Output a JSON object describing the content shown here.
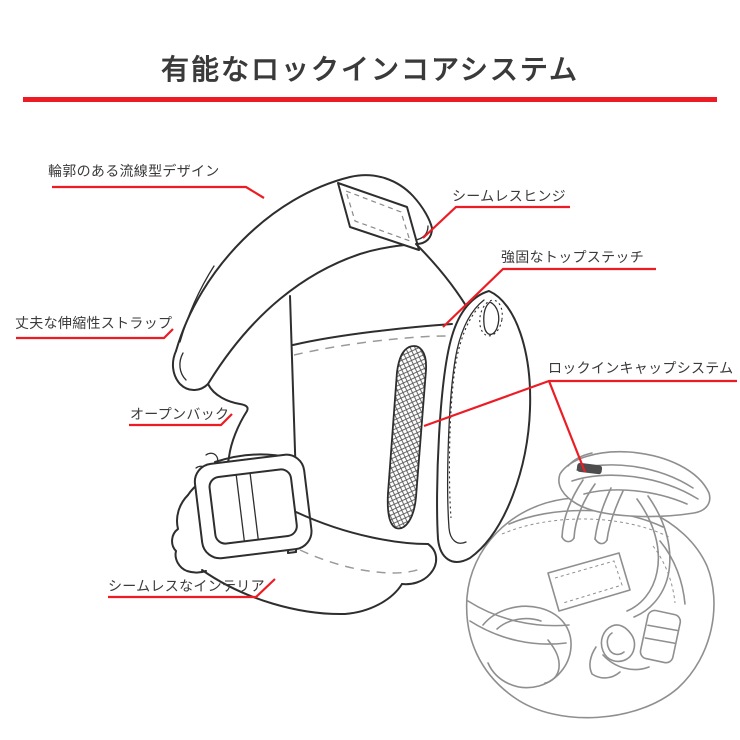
{
  "title": "有能なロックインコアシステム",
  "colors": {
    "accent_red": "#ED1C24",
    "ink": "#2E2E2E",
    "muted_line": "#8F8F8F",
    "text": "#3A3A3A"
  },
  "labels": [
    {
      "id": "contoured-streamlined-design",
      "text": "輪郭のある流線型デザイン"
    },
    {
      "id": "seamless-hinge",
      "text": "シームレスヒンジ"
    },
    {
      "id": "strong-top-stitch",
      "text": "強固なトップステッチ"
    },
    {
      "id": "durable-elastic-strap",
      "text": "丈夫な伸縮性ストラップ"
    },
    {
      "id": "open-back",
      "text": "オープンバック"
    },
    {
      "id": "lock-in-cap-system",
      "text": "ロックインキャップシステム"
    },
    {
      "id": "seamless-interior",
      "text": "シームレスなインテリア"
    }
  ],
  "illustration": {
    "main_view": "knee-pad-side-view",
    "detail_view": "knee-pad-rear-view-with-detached-cap"
  }
}
